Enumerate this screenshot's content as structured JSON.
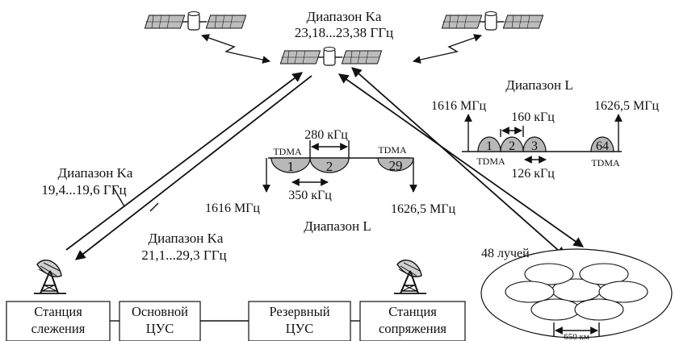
{
  "top_band": {
    "label": "Диапазон Ka",
    "range": "23,18...23,38 ГГц"
  },
  "uplink_left": {
    "label": "Диапазон Ka",
    "range": "19,4...19,6 ГГц"
  },
  "downlink_left": {
    "label": "Диапазон Ka",
    "range": "21,1...29,3 ГГц"
  },
  "center_spectrum": {
    "tdma_left": "TDMA",
    "tdma_right": "TDMA",
    "spacing_top": "280 кГц",
    "spacing_bottom": "350 кГц",
    "freq_low": "1616 МГц",
    "freq_high": "1626,5 МГц",
    "band": "Диапазон L",
    "channels": [
      "1",
      "2",
      "29"
    ]
  },
  "right_spectrum": {
    "band": "Диапазон L",
    "freq_low": "1616 МГц",
    "freq_high": "1626,5 МГц",
    "spacing_top": "160 кГц",
    "spacing_bottom": "126 кГц",
    "tdma_left": "TDMA",
    "tdma_right": "TDMA",
    "channels": [
      "1",
      "2",
      "3",
      "64"
    ]
  },
  "beams": {
    "count_label": "48 лучей",
    "diameter": "650 км"
  },
  "boxes": {
    "tracking": [
      "Станция",
      "слежения"
    ],
    "main_ccs": [
      "Основной",
      "ЦУС"
    ],
    "reserve_ccs": [
      "Резервный",
      "ЦУС"
    ],
    "gateway": [
      "Станция",
      "сопряжения"
    ]
  }
}
